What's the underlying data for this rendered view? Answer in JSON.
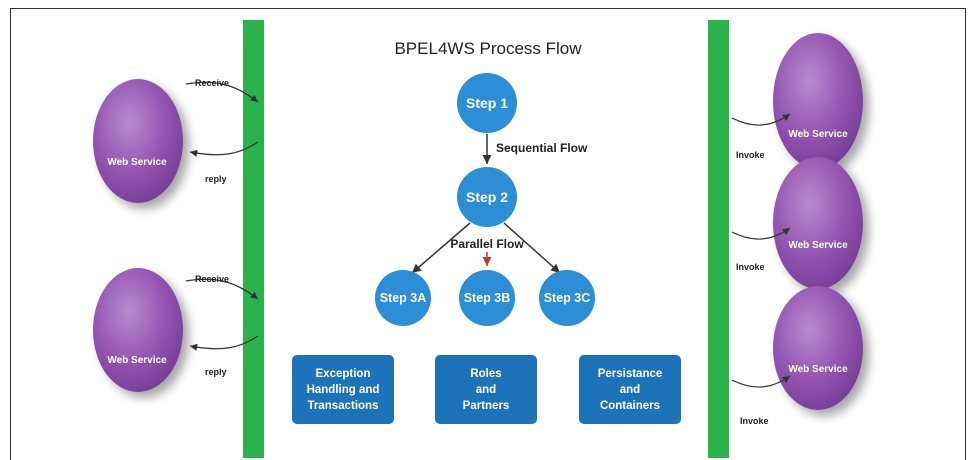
{
  "title": "BPEL4WS Process Flow",
  "steps": {
    "step1": "Step 1",
    "step2": "Step 2",
    "step3a": "Step 3A",
    "step3b": "Step 3B",
    "step3c": "Step 3C"
  },
  "flows": {
    "sequential": "Sequential Flow",
    "parallel": "Parallel Flow"
  },
  "boxes": {
    "exception": [
      "Exception",
      "Handling and",
      "Transactions"
    ],
    "roles": [
      "Roles",
      "and",
      "Partners"
    ],
    "persistence": [
      "Persistance",
      "and",
      "Containers"
    ]
  },
  "left_services": [
    {
      "label": "Web Service",
      "receive": "Receive",
      "reply": "reply"
    },
    {
      "label": "Web Service",
      "receive": "Receive",
      "reply": "reply"
    }
  ],
  "right_services": [
    {
      "label": "Web Service",
      "invoke": "Invoke"
    },
    {
      "label": "Web Service",
      "invoke": "Invoke"
    },
    {
      "label": "Web Service",
      "invoke": "Invoke"
    }
  ],
  "colors": {
    "green_bar": "#2bb24c",
    "step_blue": "#2c8fd6",
    "box_blue": "#1d72b8",
    "service_purple": "#8f52ad"
  }
}
